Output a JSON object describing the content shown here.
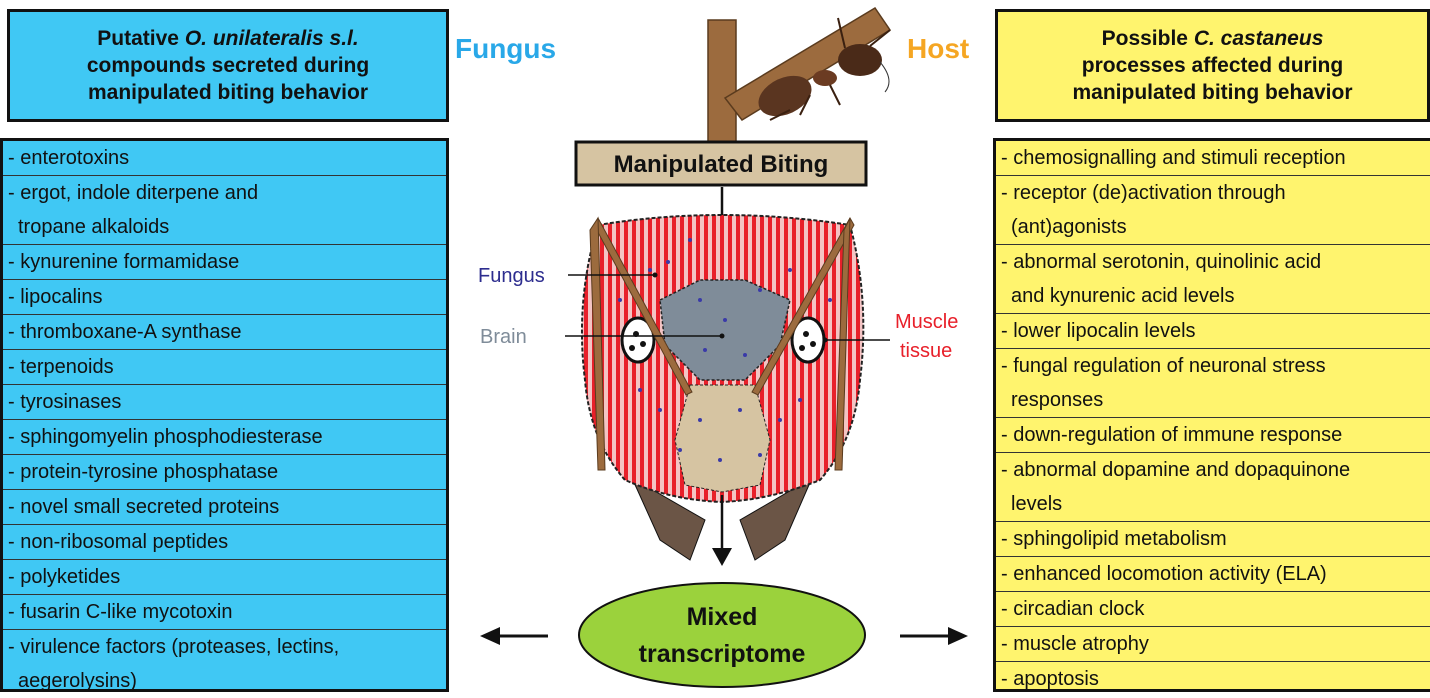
{
  "left_header": {
    "line1_pre": "Putative ",
    "line1_species": "O. unilateralis s.l.",
    "line2": "compounds secreted during",
    "line3": "manipulated biting behavior"
  },
  "right_header": {
    "line1_pre": "Possible ",
    "line1_species": "C. castaneus",
    "line2": "processes affected during",
    "line3": "manipulated biting behavior"
  },
  "side_labels": {
    "fungus": "Fungus",
    "host": "Host"
  },
  "center": {
    "manipulated_biting": "Manipulated Biting",
    "mixed_line1": "Mixed",
    "mixed_line2": "transcriptome"
  },
  "head_labels": {
    "fungus": "Fungus",
    "brain": "Brain",
    "muscle_line1": "Muscle",
    "muscle_line2": "tissue"
  },
  "fungal_compounds": [
    [
      "- enterotoxins"
    ],
    [
      "- ergot, indole diterpene and",
      "tropane alkaloids"
    ],
    [
      "- kynurenine formamidase"
    ],
    [
      "- lipocalins"
    ],
    [
      "- thromboxane-A synthase"
    ],
    [
      "- terpenoids"
    ],
    [
      "- tyrosinases"
    ],
    [
      "- sphingomyelin phosphodiesterase"
    ],
    [
      "- protein-tyrosine phosphatase"
    ],
    [
      "- novel small secreted proteins"
    ],
    [
      "- non-ribosomal peptides"
    ],
    [
      "- polyketides"
    ],
    [
      "- fusarin C-like mycotoxin"
    ],
    [
      "- virulence factors (proteases, lectins,",
      "aegerolysins)"
    ]
  ],
  "host_processes": [
    [
      "- chemosignalling and stimuli reception"
    ],
    [
      "- receptor (de)activation through",
      "(ant)agonists"
    ],
    [
      "- abnormal serotonin, quinolinic acid",
      "and kynurenic acid levels"
    ],
    [
      "- lower lipocalin levels"
    ],
    [
      "- fungal regulation of neuronal stress",
      "responses"
    ],
    [
      "- down-regulation of immune response"
    ],
    [
      "- abnormal dopamine and dopaquinone",
      "levels"
    ],
    [
      "- sphingolipid metabolism"
    ],
    [
      "- enhanced locomotion activity (ELA)"
    ],
    [
      "- circadian clock"
    ],
    [
      "- muscle atrophy"
    ],
    [
      "- apoptosis"
    ]
  ],
  "colors": {
    "fungus_blue": "#40c8f4",
    "host_yellow": "#fff46e",
    "muscle_red": "#e8202a",
    "brain_gray": "#7f8c99",
    "fungus_label": "#2d2d8f",
    "ellipse_green": "#9bd23c",
    "branch_brown": "#9c6b3e"
  }
}
